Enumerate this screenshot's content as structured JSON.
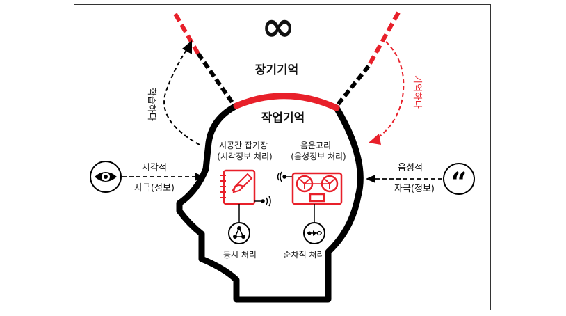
{
  "labels": {
    "infinity": "∞",
    "long_term_memory": "장기기억",
    "working_memory": "작업기억",
    "learn": "학습하다",
    "remember": "기억하다",
    "visuospatial_title": "시공간 잡기장",
    "visuospatial_sub": "(시각정보 처리)",
    "phonological_title": "음운고리",
    "phonological_sub": "(음성정보 처리)",
    "visual_1": "시각적",
    "visual_2": "자극(정보)",
    "auditory_1": "음성적",
    "auditory_2": "자극(정보)",
    "simultaneous": "동시 처리",
    "sequential": "순차적 처리"
  },
  "icons": {
    "eye": "eye-icon",
    "quote": "quotation-icon",
    "notepad": "sketchpad-icon",
    "tape": "tape-recorder-icon",
    "network": "network-icon",
    "sequence": "sequence-icon"
  },
  "colors": {
    "accent": "#e8202a",
    "ink": "#000000"
  }
}
